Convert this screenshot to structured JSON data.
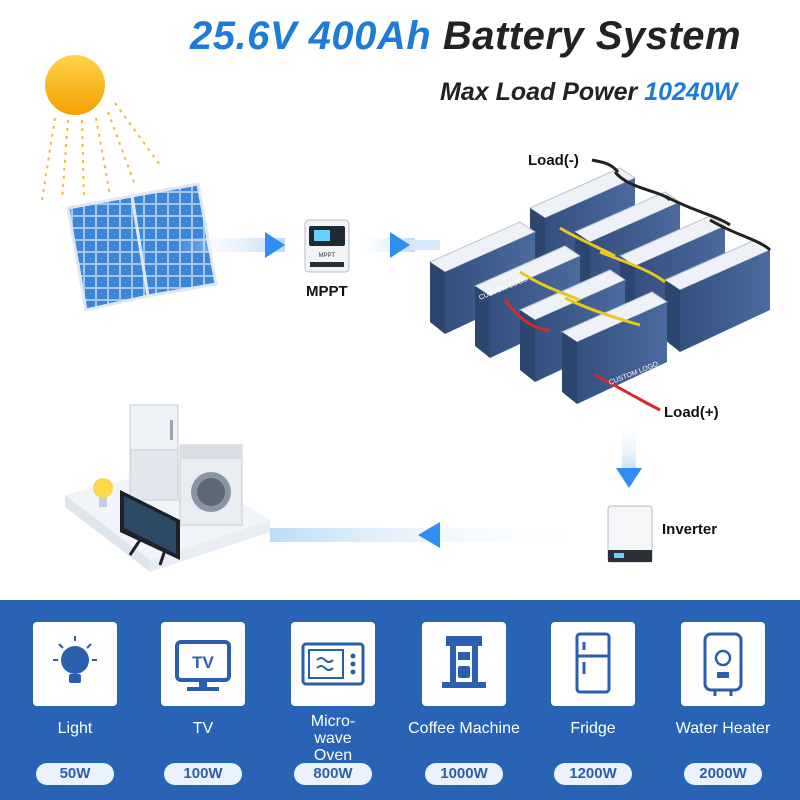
{
  "header": {
    "title_accent": "25.6V 400Ah",
    "title_rest": "Battery System",
    "subtitle_prefix": "Max Load Power",
    "subtitle_value": "10240W"
  },
  "diagram": {
    "mppt_label": "MPPT",
    "load_neg_label": "Load(-)",
    "load_pos_label": "Load(+)",
    "inverter_label": "Inverter",
    "battery_logo": "CUSTOM LOGO",
    "mppt_device_text": "MPPT"
  },
  "appliances": [
    {
      "name": "Light",
      "power": "50W",
      "icon": "light-bulb-icon"
    },
    {
      "name": "TV",
      "power": "100W",
      "icon": "tv-icon"
    },
    {
      "name": "Micro-wave Oven",
      "power": "800W",
      "icon": "microwave-icon"
    },
    {
      "name": "Coffee Machine",
      "power": "1000W",
      "icon": "coffee-machine-icon"
    },
    {
      "name": "Fridge",
      "power": "1200W",
      "icon": "fridge-icon"
    },
    {
      "name": "Water Heater",
      "power": "2000W",
      "icon": "water-heater-icon"
    }
  ],
  "colors": {
    "accent": "#1e7bd6",
    "panel_bg": "#2863b6",
    "battery": "#3d5a8c",
    "arrow": "#2f8ff0"
  }
}
